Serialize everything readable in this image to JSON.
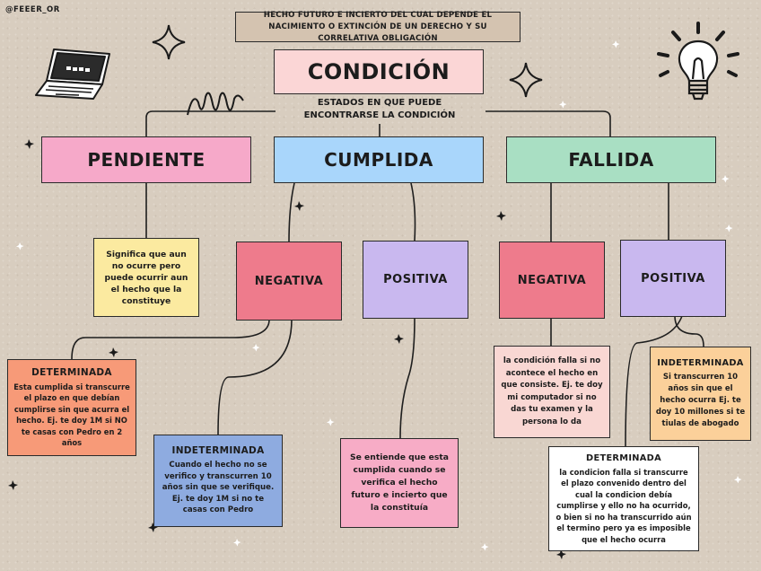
{
  "watermark": "@FEEER_OR",
  "top_note": "HECHO FUTURO E INCIERTO DEL CUAL DEPENDE EL NACIMIENTO O EXTINCIÓN DE UN DERECHO Y SU CORRELATIVA OBLIGACIÓN",
  "main_title": "CONDICIÓN",
  "subtitle": "ESTADOS EN QUE PUEDE ENCONTRARSE LA CONDICIÓN",
  "pendiente": {
    "title": "PENDIENTE",
    "desc": "Significa que aun no ocurre pero puede ocurrir aun el hecho que la constituye"
  },
  "cumplida": {
    "title": "CUMPLIDA",
    "negativa": "NEGATIVA",
    "positiva": "POSITIVA",
    "determinada_title": "DETERMINADA",
    "determinada_desc": "Esta cumplida si transcurre el plazo en que debían cumplirse sin que acurra el hecho. Ej. te doy 1M si NO te casas con Pedro en 2 años",
    "indeterminada_title": "INDETERMINADA",
    "indeterminada_desc": "Cuando el hecho no se verifico y transcurren 10 años sin que se verifique. Ej. te doy 1M si no te casas con Pedro",
    "positiva_desc": "Se entiende que esta cumplida cuando se verifica el hecho futuro e incierto que la constituía"
  },
  "fallida": {
    "title": "FALLIDA",
    "negativa": "NEGATIVA",
    "positiva": "POSITIVA",
    "negativa_desc": "la condición falla si no acontece el hecho en que consiste. Ej. te doy mi computador si no das tu examen y la persona lo da",
    "indeterminada_title": "INDETERMINADA",
    "indeterminada_desc": "Si transcurren 10 años sin que el hecho ocurra Ej. te doy 10 millones si te tiulas de abogado",
    "determinada_title": "DETERMINADA",
    "determinada_desc": "la condicion falla si transcurre el plazo convenido dentro del cual la condicion debía cumplirse y ello no ha ocurrido, o bien si no ha transcurrido aún el termino pero ya es imposible que el hecho ocurra"
  },
  "colors": {
    "top_note": "#d4c3b0",
    "title": "#fbd6d6",
    "pendiente": "#f6a9c9",
    "cumplida": "#a9d6fb",
    "fallida": "#a9dfc3",
    "yellow": "#fbeaa0",
    "red": "#ee7b8c",
    "lilac": "#c9b8ef",
    "orange": "#f79a78",
    "blue": "#8eabe0",
    "pink": "#f7acc6",
    "peach": "#f9d7d3",
    "light_orange": "#fbd09a",
    "white": "#ffffff"
  },
  "decorations": [
    "laptop-icon",
    "sparkle-icon",
    "lightbulb-icon",
    "swirl-icon",
    "star-icon"
  ]
}
